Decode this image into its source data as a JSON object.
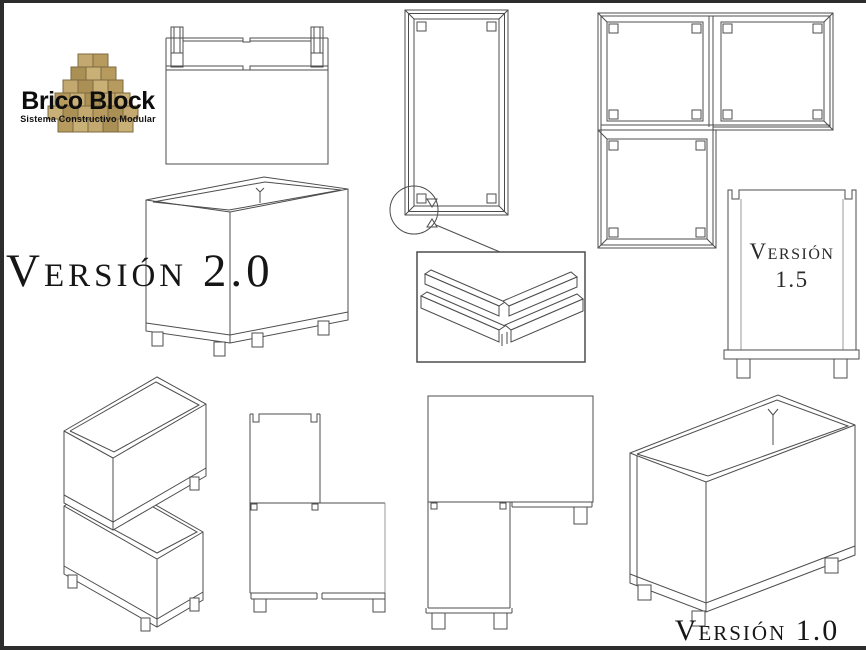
{
  "sheet": {
    "title": "Brico Block modular system drawing sheet",
    "logo": {
      "title": "Brico Block",
      "subtitle": "Sistema Constructivo Modular"
    },
    "labels": {
      "version_2": "Versión 2.0",
      "version_1_5_line1": "Versión",
      "version_1_5_line2": "1.5",
      "version_1": "Versión 1.0"
    },
    "figures": [
      "front-view-open-box",
      "vertical-frame-with-detail-callout",
      "corner-joint-detail",
      "l-shaped-frame-assembly",
      "version-1-5-front-view-cabinet",
      "version-2-0-isometric-box",
      "stacked-offset-boxes-isometric",
      "l-shaped-stack-front-view",
      "inverted-l-stack-front-view",
      "version-1-0-isometric-box"
    ],
    "colors": {
      "line": "#4d4d4d",
      "light_line": "#9a9a9a",
      "text": "#161616",
      "frame_border": "#2d2d2d",
      "block_tan": "#c3a96f",
      "block_tan_dark": "#ab9055",
      "block_edge": "#7d6a3f",
      "background": "#ffffff"
    }
  }
}
